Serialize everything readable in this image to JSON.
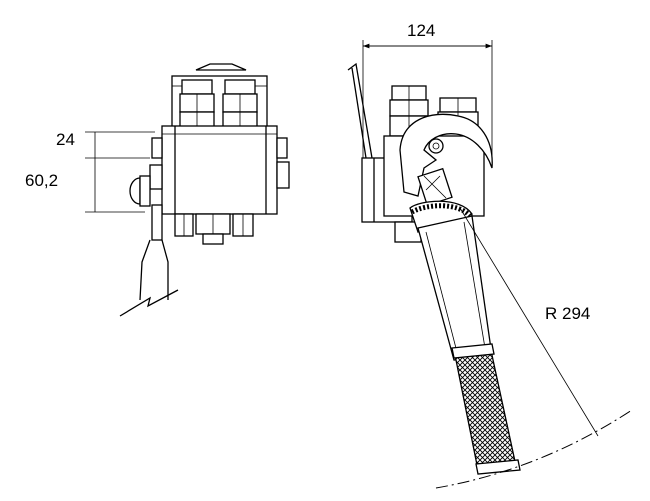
{
  "dimensions": {
    "height_upper": "24",
    "height_total": "60,2",
    "width": "124",
    "radius": "R 294"
  }
}
